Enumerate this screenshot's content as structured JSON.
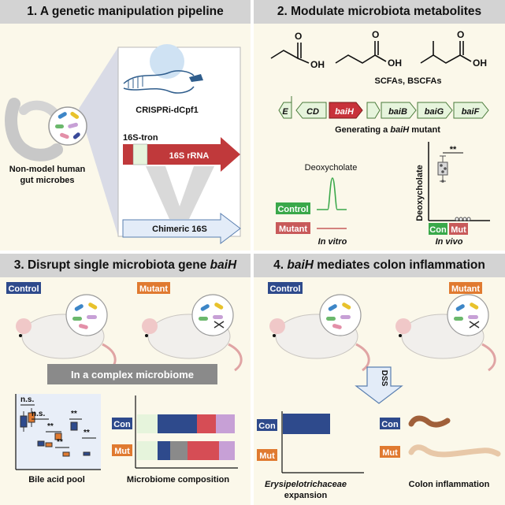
{
  "panel1": {
    "title": "1. A genetic manipulation pipeline",
    "host_label_1": "Non-model human",
    "host_label_2": "gut microbes",
    "tool_label": "CRISPRi-dCpf1",
    "tron_label": "16S-tron",
    "rrna_label": "16S rRNA",
    "chimeric_label": "Chimeric 16S"
  },
  "panel2": {
    "title": "2. Modulate microbiota metabolites",
    "oh_1": "OH",
    "oh_2": "OH",
    "oh_3": "OH",
    "o_1": "O",
    "o_2": "O",
    "o_3": "O",
    "scfa_label": "SCFAs, BSCFAs",
    "genes": [
      "E",
      "CD",
      "baiH",
      "baiB",
      "baiG",
      "baiF"
    ],
    "mutant_prefix": "Generating a ",
    "mutant_gene": "baiH",
    "mutant_suffix": " mutant",
    "deoxycholate_label": "Deoxycholate",
    "control_tag": "Control",
    "mutant_tag": "Mutant",
    "in_vitro": "In vitro",
    "y_axis": "Deoxycholate",
    "sig": "**",
    "con_tag": "Con",
    "mut_tag": "Mut",
    "in_vivo": "In vivo"
  },
  "panel3": {
    "title_prefix": "3. Disrupt single microbiota gene ",
    "title_gene": "baiH",
    "control_tag": "Control",
    "mutant_tag": "Mutant",
    "banner": "In a complex microbiome",
    "ns_1": "n.s.",
    "ns_2": "n.s.",
    "sig_1": "**",
    "sig_2": "**",
    "sig_3": "**",
    "sig_4": "**",
    "bile_label": "Bile acid pool",
    "con_tag": "Con",
    "mut_tag": "Mut",
    "composition_label": "Microbiome composition"
  },
  "panel4": {
    "title_gene": "baiH",
    "title_suffix": " mediates colon inflammation",
    "control_tag": "Control",
    "mutant_tag": "Mutant",
    "dss": "DSS",
    "con_tag_1": "Con",
    "mut_tag_1": "Mut",
    "expansion_taxon": "Erysipelotrichaceae",
    "expansion_word": "expansion",
    "con_tag_2": "Con",
    "mut_tag_2": "Mut",
    "colon_label": "Colon inflammation"
  },
  "colors": {
    "header_bg": "#d3d3d3",
    "panel_bg": "#fbf8ea",
    "control_blue": "#2e4a8c",
    "mutant_orange": "#e07a30",
    "control_green": "#3aa84a",
    "mutant_red": "#c85a5a",
    "rrna_red": "#c0393b",
    "chimeric_blue": "#e3ecf8",
    "gene_green": "#e6f4dc",
    "gene_red": "#c8323a"
  }
}
